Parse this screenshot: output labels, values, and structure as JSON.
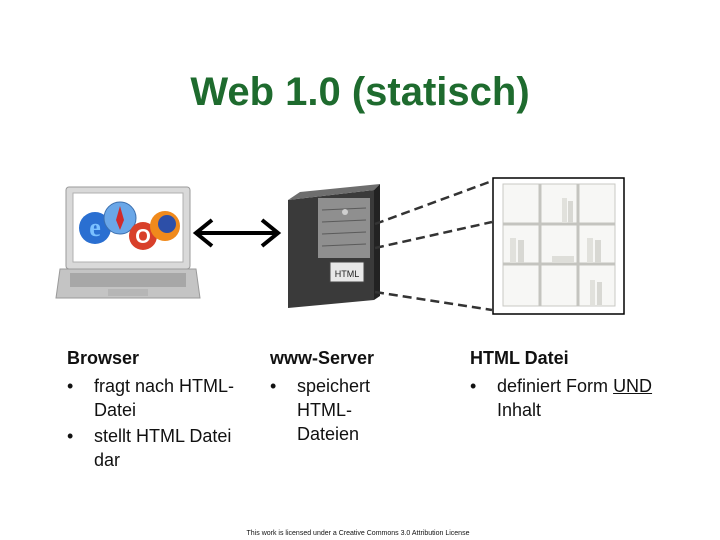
{
  "slide": {
    "title": "Web 1.0 (statisch)",
    "server_tag": "HTML",
    "columns": [
      {
        "heading": "Browser",
        "bullets": [
          "fragt nach HTML-Datei",
          "stellt HTML Datei dar"
        ]
      },
      {
        "heading": "www-Server",
        "bullets": [
          "speichert HTML-Dateien"
        ]
      },
      {
        "heading": "HTML Datei",
        "bullet_pre": "definiert Form",
        "bullet_underlined": "UND",
        "bullet_post": "Inhalt"
      }
    ],
    "bullet_char": "•",
    "license": "This work is licensed under a Creative Commons 3.0 Attribution License"
  },
  "icons": [
    "laptop-icon",
    "double-arrow-icon",
    "server-icon",
    "shelf-icon"
  ]
}
